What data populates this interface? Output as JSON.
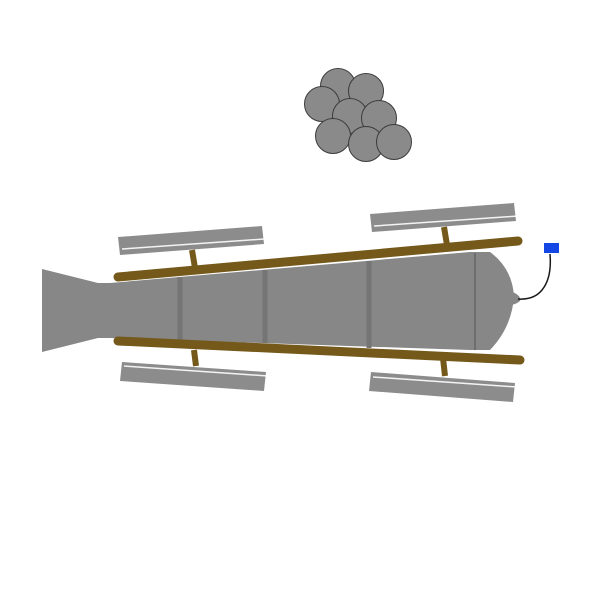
{
  "scene": {
    "background": "#ffffff",
    "objects": [
      "cannon",
      "cannonball-pile",
      "fuse",
      "fuse-trigger"
    ]
  },
  "cannonballs": {
    "count": 8
  },
  "wheels": {
    "count": 4
  },
  "colors": {
    "cannon_body": "#878787",
    "cannon_band": "#757575",
    "carriage_wood": "#74591a",
    "wheel": "#8c8c8c",
    "cannonball": "#8a8a8a",
    "cannonball_outline": "#3c3c3c",
    "fuse": "#1a1a1a",
    "trigger": "#1446e6"
  }
}
